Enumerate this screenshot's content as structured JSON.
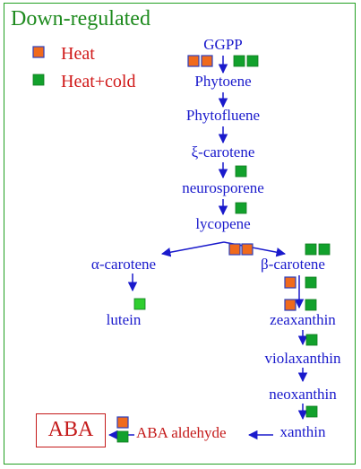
{
  "title": "Down-regulated",
  "legend": {
    "heat_label": "Heat",
    "heat_cold_label": "Heat+cold"
  },
  "colors": {
    "heat": "#f06a1c",
    "heat_border": "#2b3fbf",
    "heat_cold": "#12a12c",
    "heat_cold_alt": "#2fce2f",
    "pathway": "#1a1acc",
    "aba": "#c41a1a",
    "frame": "#22a022"
  },
  "nodes": {
    "ggpp": "GGPP",
    "phytoene": "Phytoene",
    "phytofluene": "Phytofluene",
    "xi_carotene": "ξ-carotene",
    "neurosporene": "neurosporene",
    "lycopene": "lycopene",
    "alpha_carotene": "α-carotene",
    "beta_carotene": "β-carotene",
    "lutein": "lutein",
    "zeaxanthin": "zeaxanthin",
    "violaxanthin": "violaxanthin",
    "neoxanthin": "neoxanthin",
    "xanthin": "xanthin",
    "aba_aldehyde": "ABA aldehyde",
    "aba": "ABA"
  },
  "markers": [
    {
      "step": "GGPP → Phytoene",
      "heat": 2,
      "heat_cold": 2
    },
    {
      "step": "ξ-carotene → neurosporene",
      "heat": 0,
      "heat_cold": 1
    },
    {
      "step": "neurosporene → lycopene",
      "heat": 0,
      "heat_cold": 1
    },
    {
      "step": "lycopene → α/β-carotene",
      "heat": 2,
      "heat_cold": 0
    },
    {
      "step": "lycopene → β-carotene",
      "heat": 0,
      "heat_cold": 2
    },
    {
      "step": "α-carotene → lutein",
      "heat": 0,
      "heat_cold": 1
    },
    {
      "step": "β-carotene → zeaxanthin (1)",
      "heat": 1,
      "heat_cold": 1
    },
    {
      "step": "β-carotene → zeaxanthin (2)",
      "heat": 1,
      "heat_cold": 1
    },
    {
      "step": "zeaxanthin → violaxanthin",
      "heat": 0,
      "heat_cold": 1
    },
    {
      "step": "neoxanthin → xanthin",
      "heat": 0,
      "heat_cold": 1
    },
    {
      "step": "ABA aldehyde → ABA",
      "heat": 1,
      "heat_cold": 1
    }
  ]
}
